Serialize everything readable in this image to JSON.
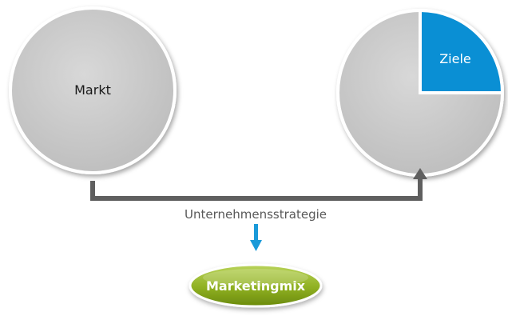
{
  "diagram": {
    "market_label": "Markt",
    "goals_label": "Ziele",
    "strategy_label": "Unternehmensstrategie",
    "mix_label": "Marketingmix"
  },
  "colors": {
    "circle_fill": "#c9c9c9",
    "circle_border": "#ffffff",
    "goals_fill": "#0a8fd4",
    "connector": "#5f5f5f",
    "down_arrow": "#1a9ad9",
    "mix_fill_light": "#a8c83a",
    "mix_fill_dark": "#6f8f10",
    "strategy_text": "#595959"
  }
}
